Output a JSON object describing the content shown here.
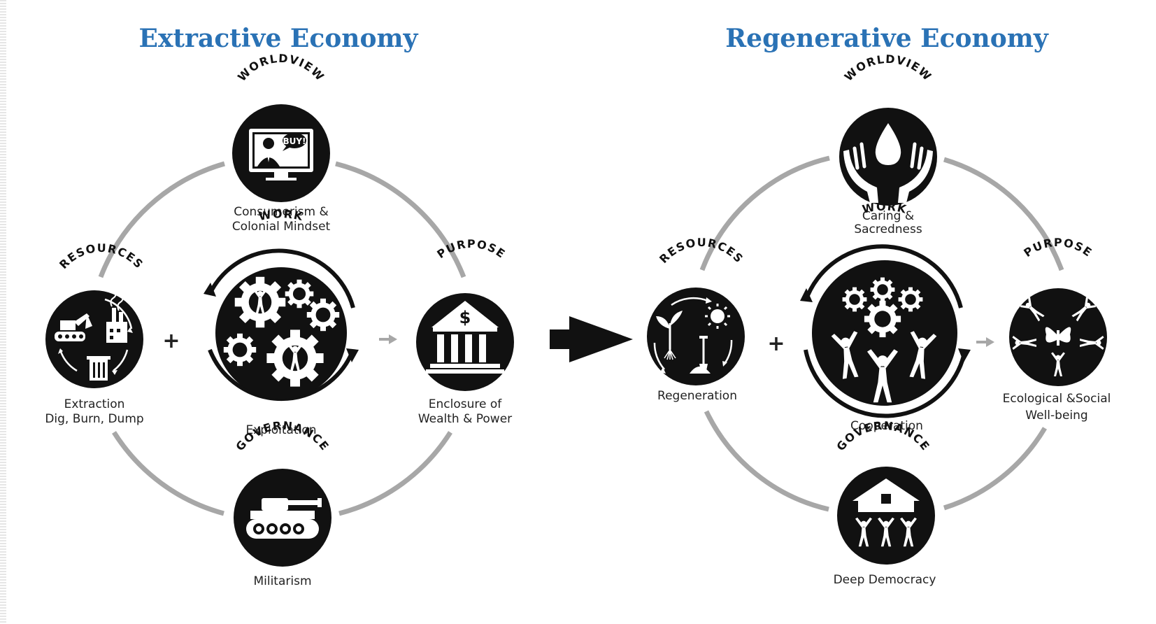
{
  "left": {
    "title": "Extractive Economy",
    "worldview": {
      "label": "WORLDVIEW",
      "caption": [
        "Consumerism &",
        "Colonial Mindset"
      ],
      "speech_bubble": "BUY!",
      "icon": "tv-salesman-icon"
    },
    "work": {
      "label": "WORK",
      "caption": "Exploitation",
      "icon": "gears-running-figures-icon"
    },
    "resources": {
      "label": "RESOURCES",
      "caption": [
        "Extraction",
        "Dig, Burn, Dump"
      ],
      "icon": "excavator-factory-trash-icon"
    },
    "purpose": {
      "label": "PURPOSE",
      "caption": [
        "Enclosure of",
        "Wealth & Power"
      ],
      "icon": "bank-dollar-icon"
    },
    "governance": {
      "label": "GOVERNANCE",
      "caption": "Militarism",
      "icon": "tank-icon"
    },
    "plus": "+"
  },
  "right": {
    "title": "Regenerative Economy",
    "worldview": {
      "label": "WORLDVIEW",
      "caption": [
        "Caring &",
        "Sacredness"
      ],
      "icon": "hands-water-drop-icon"
    },
    "work": {
      "label": "WORK",
      "caption": "Cooperation",
      "icon": "people-gears-icon"
    },
    "resources": {
      "label": "RESOURCES",
      "caption": "Regeneration",
      "icon": "sprout-sun-shovel-icon"
    },
    "purpose": {
      "label": "PURPOSE",
      "caption": [
        "Ecological &Social",
        "Well-being"
      ],
      "icon": "people-butterfly-icon"
    },
    "governance": {
      "label": "GOVERNANCE",
      "caption": "Deep Democracy",
      "icon": "people-lifting-house-icon"
    },
    "plus": "+"
  },
  "colors": {
    "title": "#2a72b5",
    "icon_fill": "#111111",
    "ring": "#a7a7a7",
    "arrow": "#111111"
  }
}
